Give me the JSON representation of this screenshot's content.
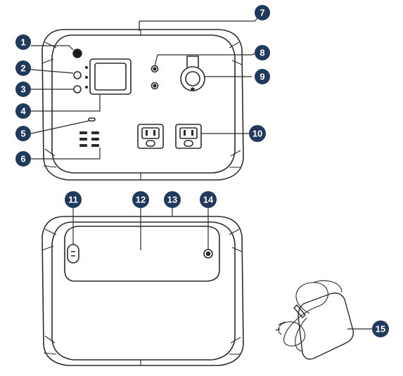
{
  "callouts": {
    "c1": "1",
    "c2": "2",
    "c3": "3",
    "c4": "4",
    "c5": "5",
    "c6": "6",
    "c7": "7",
    "c8": "8",
    "c9": "9",
    "c10": "10",
    "c11": "11",
    "c12": "12",
    "c13": "13",
    "c14": "14",
    "c15": "15"
  },
  "colors": {
    "callout": "#1f3a5c",
    "line": "#2a2a2a"
  }
}
